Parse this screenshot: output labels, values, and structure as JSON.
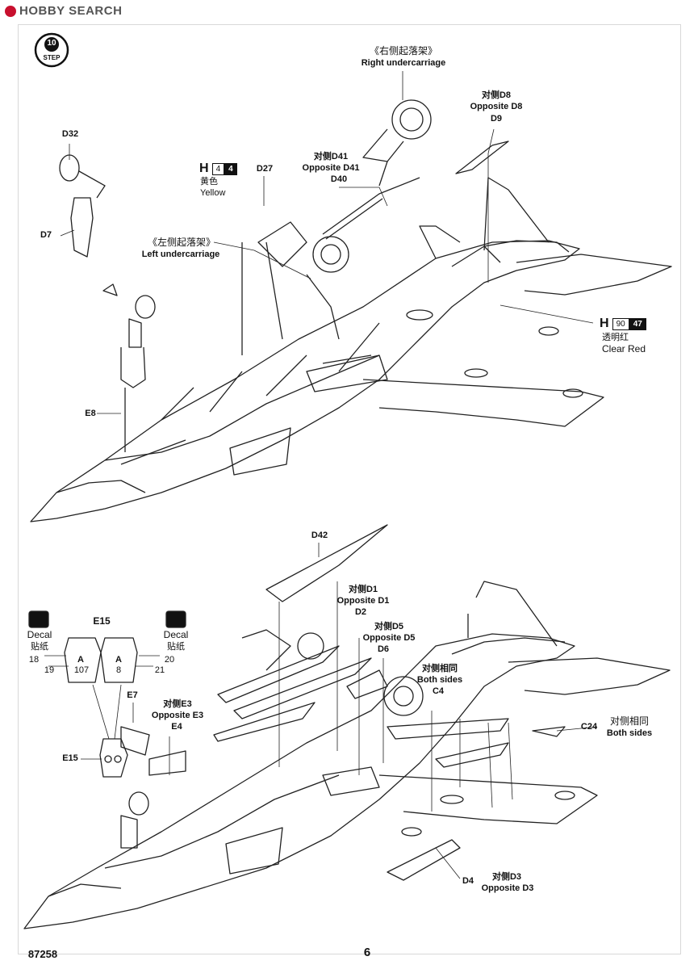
{
  "watermark": {
    "brand": "HOBBY SEARCH"
  },
  "step": {
    "label": "STEP",
    "number": "10"
  },
  "page": {
    "kit_number": "87258",
    "page_number": "6"
  },
  "top": {
    "right_undercarriage": {
      "zh": "《右侧起落架》",
      "en": "Right undercarriage"
    },
    "left_undercarriage": {
      "zh": "《左侧起落架》",
      "en": "Left undercarriage"
    },
    "d8_label": {
      "zh": "对侧D8",
      "en": "Opposite D8",
      "part": "D9"
    },
    "d41_label": {
      "zh": "对侧D41",
      "en": "Opposite D41",
      "part": "D40"
    },
    "d32": "D32",
    "d7": "D7",
    "d27": "D27",
    "e8": "E8",
    "paint_yellow": {
      "h": "H",
      "num": "4",
      "code": "4",
      "zh": "黄色",
      "en": "Yellow"
    },
    "paint_clear_red": {
      "h": "H",
      "num": "90",
      "code": "47",
      "zh": "透明红",
      "en": "Clear Red"
    }
  },
  "bottom": {
    "d42": "D42",
    "d1_label": {
      "zh": "对侧D1",
      "en": "Opposite D1",
      "part": "D2"
    },
    "d5_label": {
      "zh": "对侧D5",
      "en": "Opposite D5",
      "part": "D6"
    },
    "c4_label": {
      "zh": "对侧相同",
      "en": "Both sides",
      "part": "C4"
    },
    "c24_label": {
      "part": "C24",
      "zh": "对侧相同",
      "en": "Both sides"
    },
    "e3_label": {
      "zh": "对侧E3",
      "en": "Opposite E3",
      "part": "E4"
    },
    "e7": "E7",
    "e15_top": "E15",
    "e15_side": "E15",
    "d4": "D4",
    "d3_label": {
      "zh": "对侧D3",
      "en": "Opposite D3"
    },
    "decal_left": {
      "en": "Decal",
      "zh": "贴纸",
      "n1": "18",
      "n2": "19",
      "letter": "A",
      "num": "107"
    },
    "decal_right": {
      "en": "Decal",
      "zh": "贴纸",
      "n1": "20",
      "n2": "21",
      "letter": "A",
      "num": "8"
    }
  }
}
